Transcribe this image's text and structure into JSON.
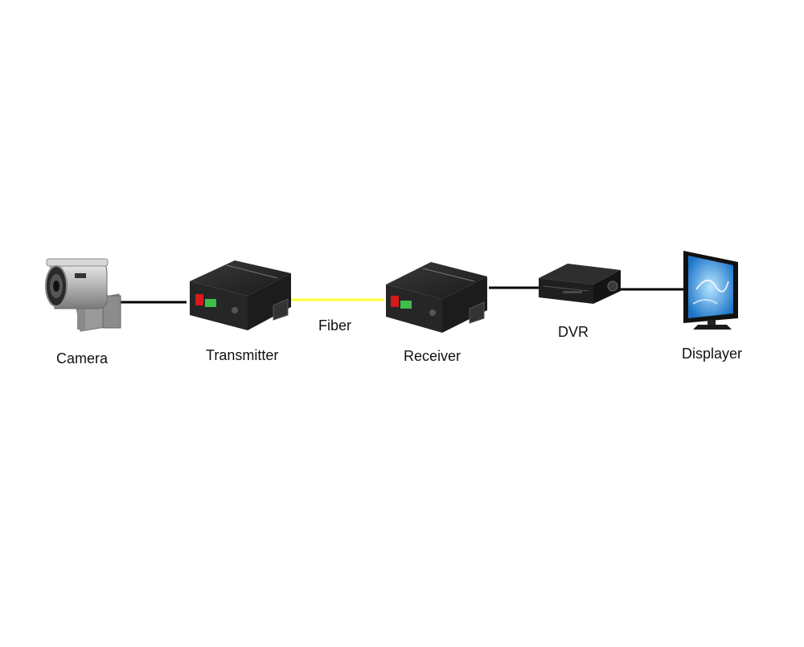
{
  "diagram": {
    "nodes": [
      {
        "id": "camera",
        "label": "Camera",
        "icon": "cctv-camera-icon"
      },
      {
        "id": "transmitter",
        "label": "Transmitter",
        "icon": "fiber-transmitter-icon"
      },
      {
        "id": "receiver",
        "label": "Receiver",
        "icon": "fiber-receiver-icon"
      },
      {
        "id": "dvr",
        "label": "DVR",
        "icon": "dvr-recorder-icon"
      },
      {
        "id": "displayer",
        "label": "Displayer",
        "icon": "monitor-icon"
      }
    ],
    "links": [
      {
        "from": "camera",
        "to": "transmitter",
        "color": "#000000"
      },
      {
        "from": "transmitter",
        "to": "receiver",
        "label": "Fiber",
        "color": "#ffff33"
      },
      {
        "from": "receiver",
        "to": "dvr",
        "color": "#000000"
      },
      {
        "from": "dvr",
        "to": "displayer",
        "color": "#000000"
      }
    ]
  }
}
